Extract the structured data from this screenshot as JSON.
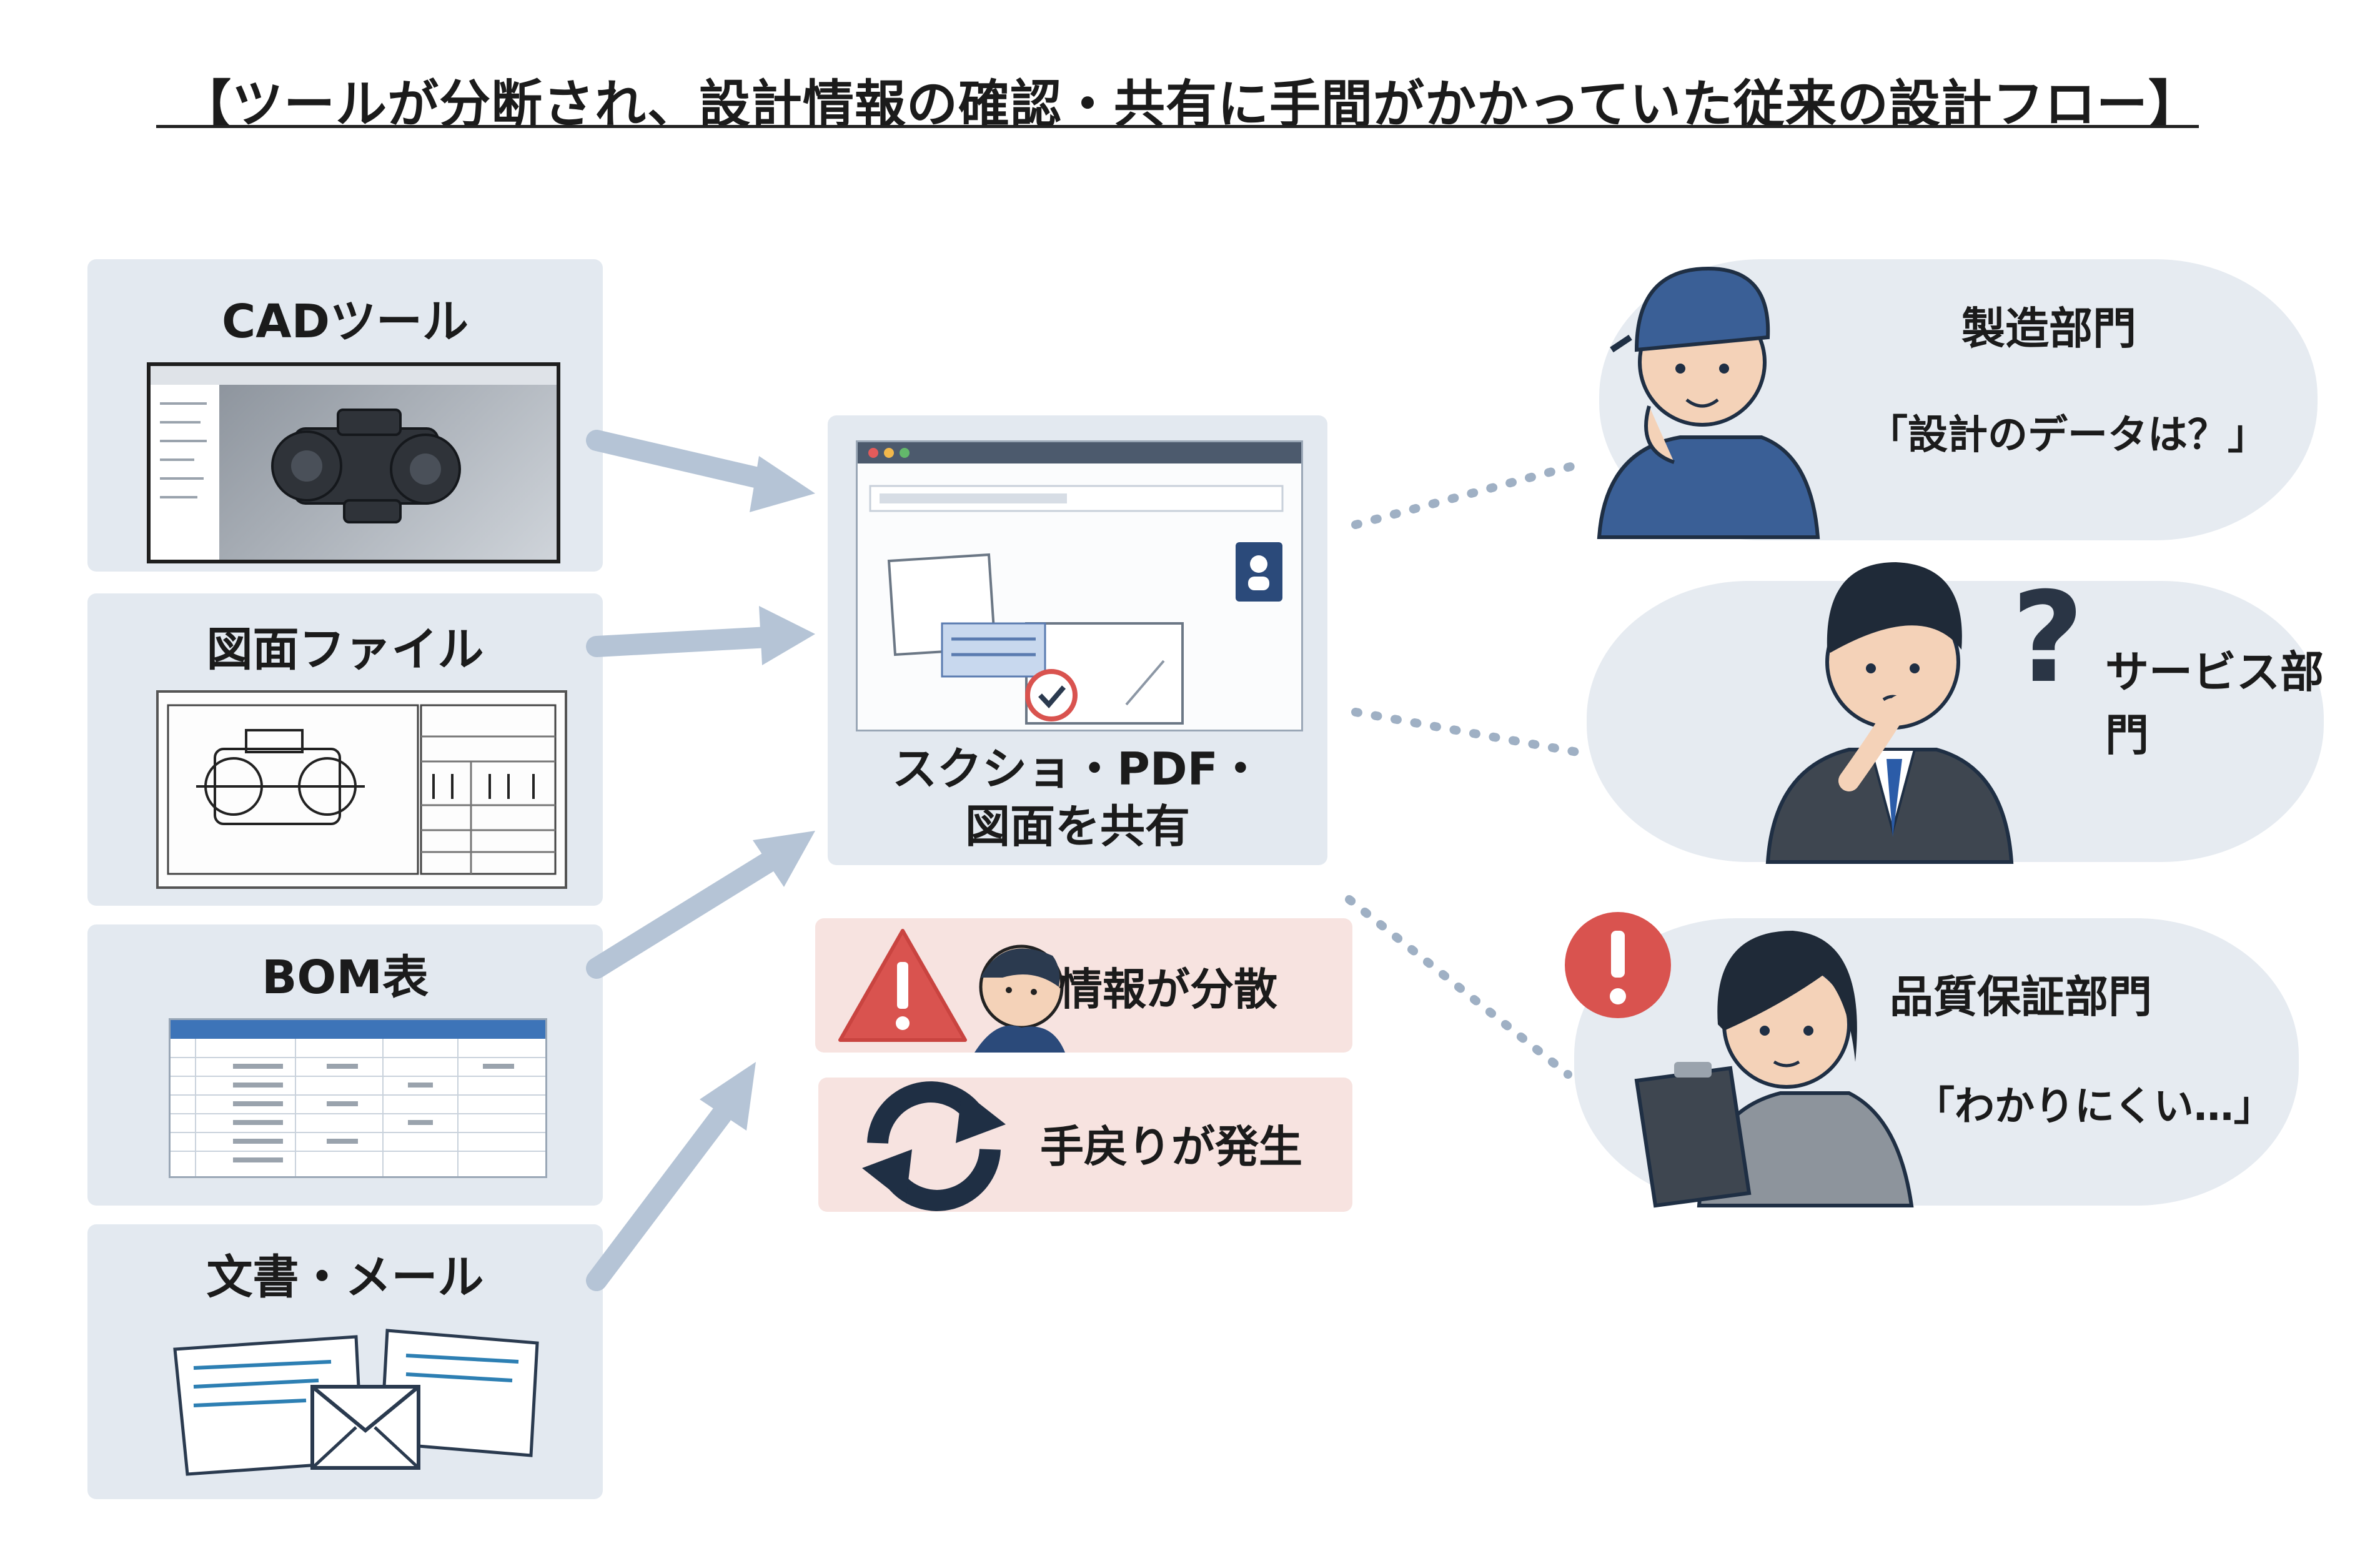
{
  "title": "【ツールが分断され、設計情報の確認・共有に手間がかかっていた従来の設計フロー】",
  "sources": [
    {
      "label": "CADツール",
      "icon": "cad-software-icon"
    },
    {
      "label": "図面ファイル",
      "icon": "drawing-file-icon"
    },
    {
      "label": "BOM表",
      "icon": "bom-table-icon"
    },
    {
      "label": "文書・メール",
      "icon": "documents-mail-icon"
    }
  ],
  "center": {
    "label_line1": "スクショ・PDF・",
    "label_line2": "図面を共有",
    "icon": "shared-screen-icon"
  },
  "problems": [
    {
      "label": "情報が分散",
      "icon": "warning-icon"
    },
    {
      "label": "手戻りが発生",
      "icon": "rework-cycle-icon"
    }
  ],
  "departments": [
    {
      "name": "製造部門",
      "quote": "「設計のデータは？」",
      "icon": "factory-worker-icon"
    },
    {
      "name": "サービス部門",
      "quote": "",
      "icon": "question-icon"
    },
    {
      "name": "品質保証部門",
      "quote": "「わかりにくい…」",
      "icon": "alert-icon"
    }
  ],
  "colors": {
    "panel": "#e3e9f0",
    "arrow": "#b5c4d6",
    "badge": "#f7e3e0",
    "warning": "#d9534f",
    "navy": "#2b4a7a",
    "cloud": "#e6ebf1"
  }
}
